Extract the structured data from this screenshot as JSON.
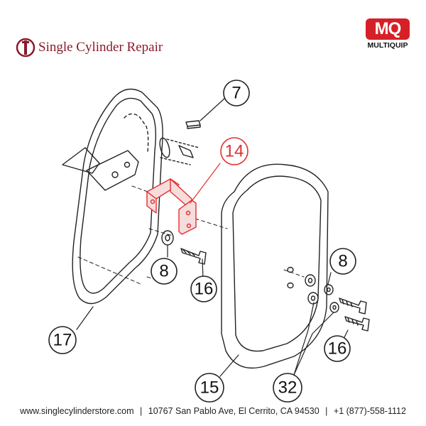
{
  "brand": {
    "title": "Single Cylinder Repair",
    "logo_letters": "MQ",
    "logo_name": "MULTIQUIP",
    "logo_color": "#d62028"
  },
  "callouts": {
    "c7": "7",
    "c14": "14",
    "c8a": "8",
    "c16a": "16",
    "c17": "17",
    "c8b": "8",
    "c16b": "16",
    "c15": "15",
    "c32": "32"
  },
  "highlight_color": "#e03030",
  "footer": {
    "website": "www.singlecylinderstore.com",
    "address": "10767 San Pablo Ave, El Cerrito, CA 94530",
    "phone": "+1 (877)-558-1112",
    "separator": "|"
  }
}
